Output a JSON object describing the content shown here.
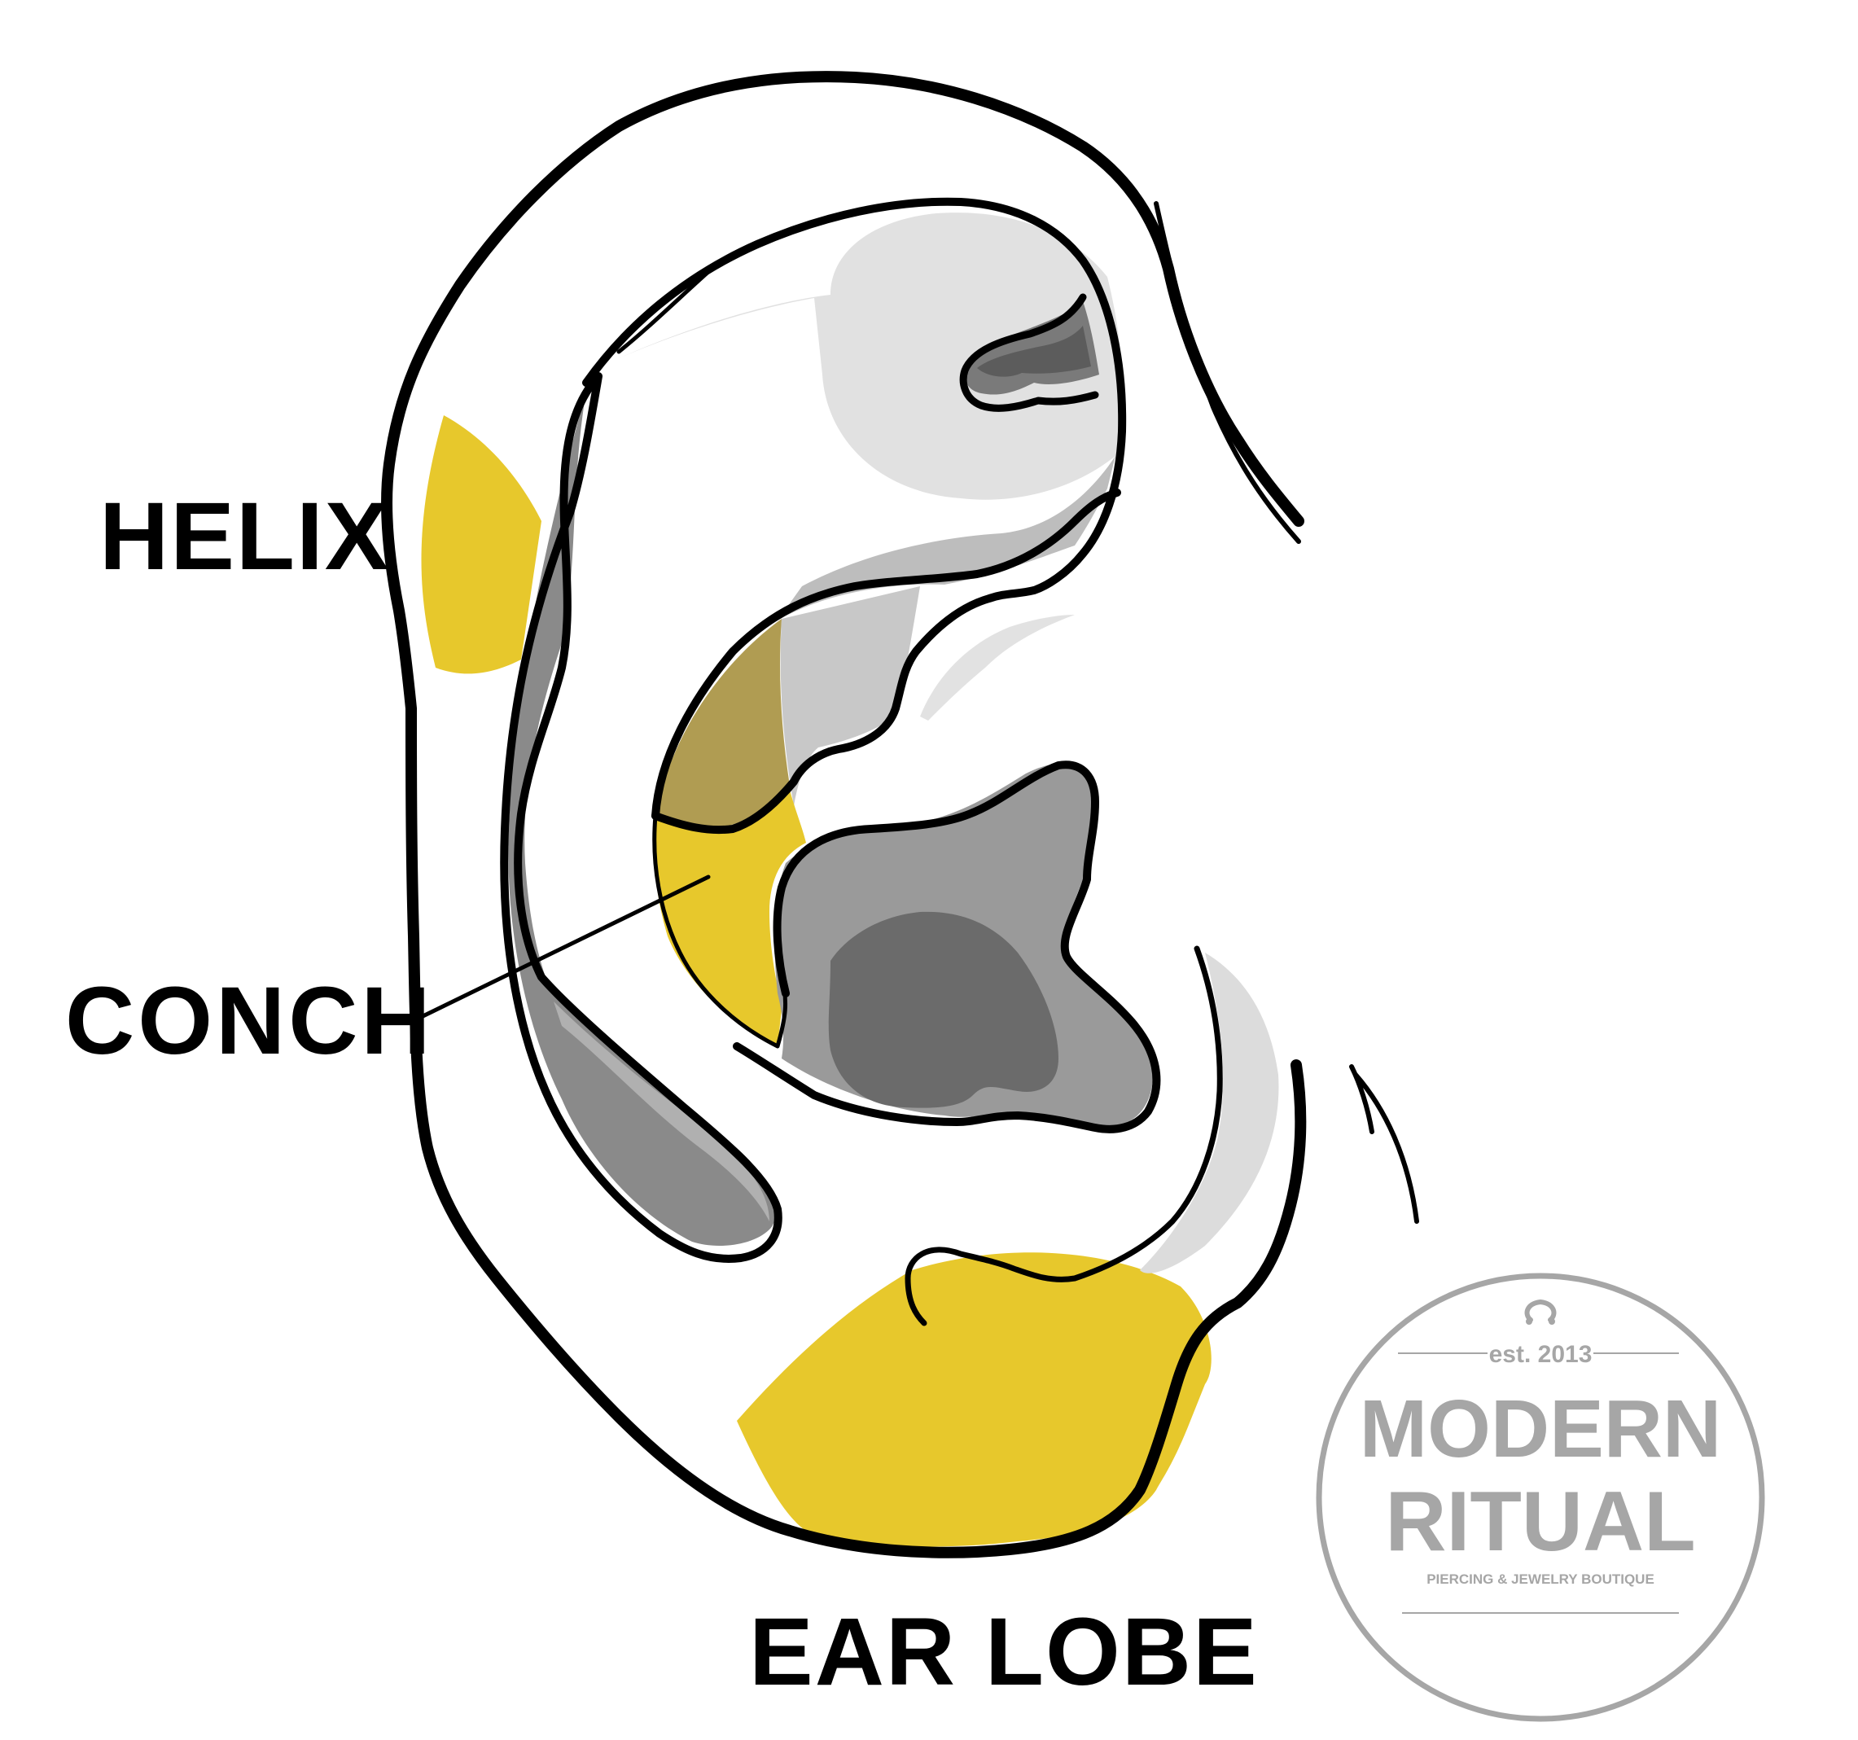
{
  "labels": {
    "helix": "HELIX",
    "conch": "CONCH",
    "ear_lobe": "EAR LOBE"
  },
  "logo": {
    "established": "est. 2013",
    "name_line1": "MODERN",
    "name_line2": "RITUAL",
    "tagline": "PIERCING & JEWELRY BOUTIQUE",
    "icon": "horseshoe-ring-icon"
  },
  "colors": {
    "highlight_yellow": "#e7c82c",
    "outline": "#000000",
    "shade_light": "#d9d9d9",
    "shade_mid": "#9a9a9a",
    "shade_dark": "#6b6b6b",
    "logo_gray": "#a6a6a6"
  }
}
